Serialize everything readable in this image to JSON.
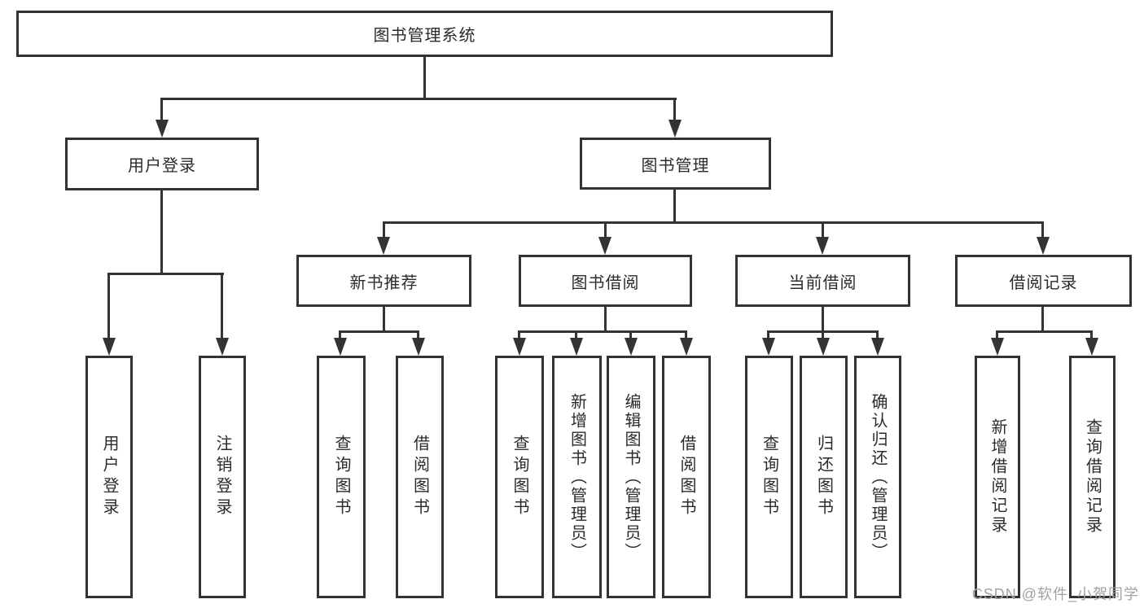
{
  "diagram": {
    "root": {
      "label": "图书管理系统"
    },
    "level2": [
      {
        "label": "用户登录"
      },
      {
        "label": "图书管理"
      }
    ],
    "level3": [
      {
        "label": "新书推荐"
      },
      {
        "label": "图书借阅"
      },
      {
        "label": "当前借阅"
      },
      {
        "label": "借阅记录"
      }
    ],
    "leaves": {
      "login": [
        "用户登录",
        "注销登录"
      ],
      "newbook": [
        "查询图书",
        "借阅图书"
      ],
      "borrow": [
        "查询图书",
        "新增图书（管理员）",
        "编辑图书（管理员）",
        "借阅图书"
      ],
      "current": [
        "查询图书",
        "归还图书",
        "确认归还（管理员）"
      ],
      "records": [
        "新增借阅记录",
        "查询借阅记录"
      ]
    },
    "watermark": "CSDN @软件_小贺同学",
    "colors": {
      "line": "#333333",
      "text": "#2b2b2b",
      "watermark": "#a2a2a2",
      "background": "#ffffff"
    }
  }
}
